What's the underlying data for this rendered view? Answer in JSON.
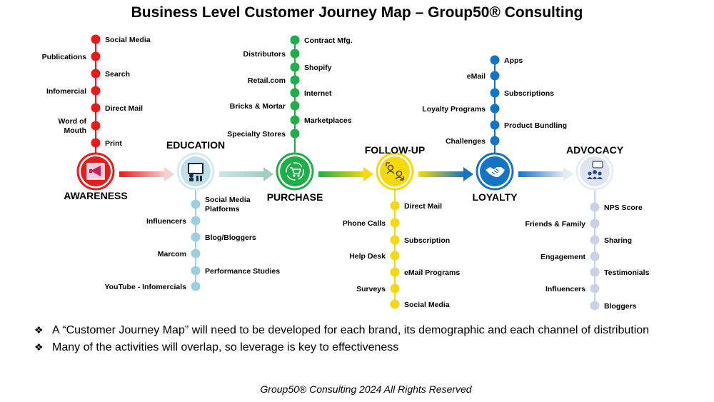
{
  "title": "Business Level Customer Journey Map – Group50® Consulting",
  "colors": {
    "awareness": "#e61c1c",
    "education": "#9ecfe0",
    "purchase": "#1fae4a",
    "followup": "#f5d90a",
    "loyalty": "#1574c4",
    "advocacy": "#c9d2e6"
  },
  "stages": [
    {
      "key": "awareness",
      "label": "AWARENESS",
      "icon": "megaphone-icon",
      "items": [
        "Social Media",
        "Publications",
        "Search",
        "Infomercial",
        "Direct Mail",
        "Word of Mouth",
        "Print"
      ]
    },
    {
      "key": "education",
      "label": "EDUCATION",
      "icon": "presenter-board-icon",
      "items": [
        "Social Media Platforms",
        "Influencers",
        "Blog/Bloggers",
        "Marcom",
        "Performance Studies",
        "YouTube - Infomercials"
      ]
    },
    {
      "key": "purchase",
      "label": "PURCHASE",
      "icon": "shopping-cart-icon",
      "items": [
        "Contract Mfg.",
        "Distributors",
        "Shopify",
        "Retail.com",
        "Internet",
        "Bricks & Mortar",
        "Marketplaces",
        "Specialty Stores"
      ]
    },
    {
      "key": "followup",
      "label": "FOLLOW-UP",
      "icon": "people-exchange-icon",
      "items": [
        "Direct Mail",
        "Phone Calls",
        "Subscription",
        "Help Desk",
        "eMail Programs",
        "Surveys",
        "Social Media"
      ]
    },
    {
      "key": "loyalty",
      "label": "LOYALTY",
      "icon": "handshake-icon",
      "items": [
        "Apps",
        "eMail",
        "Subscriptions",
        "Loyalty Programs",
        "Product Bundling",
        "Challenges"
      ]
    },
    {
      "key": "advocacy",
      "label": "ADVOCACY",
      "icon": "group-chat-icon",
      "items": [
        "NPS Score",
        "Friends & Family",
        "Sharing",
        "Engagement",
        "Testimonials",
        "Influencers",
        "Bloggers"
      ]
    }
  ],
  "bullets": [
    "A “Customer Journey Map” will need to be developed for each brand, its demographic and each channel of distribution",
    "Many of the activities will overlap, so leverage is key to effectiveness"
  ],
  "bullet_glyph": "❖",
  "footer": "Group50® Consulting  2024  All Rights Reserved"
}
